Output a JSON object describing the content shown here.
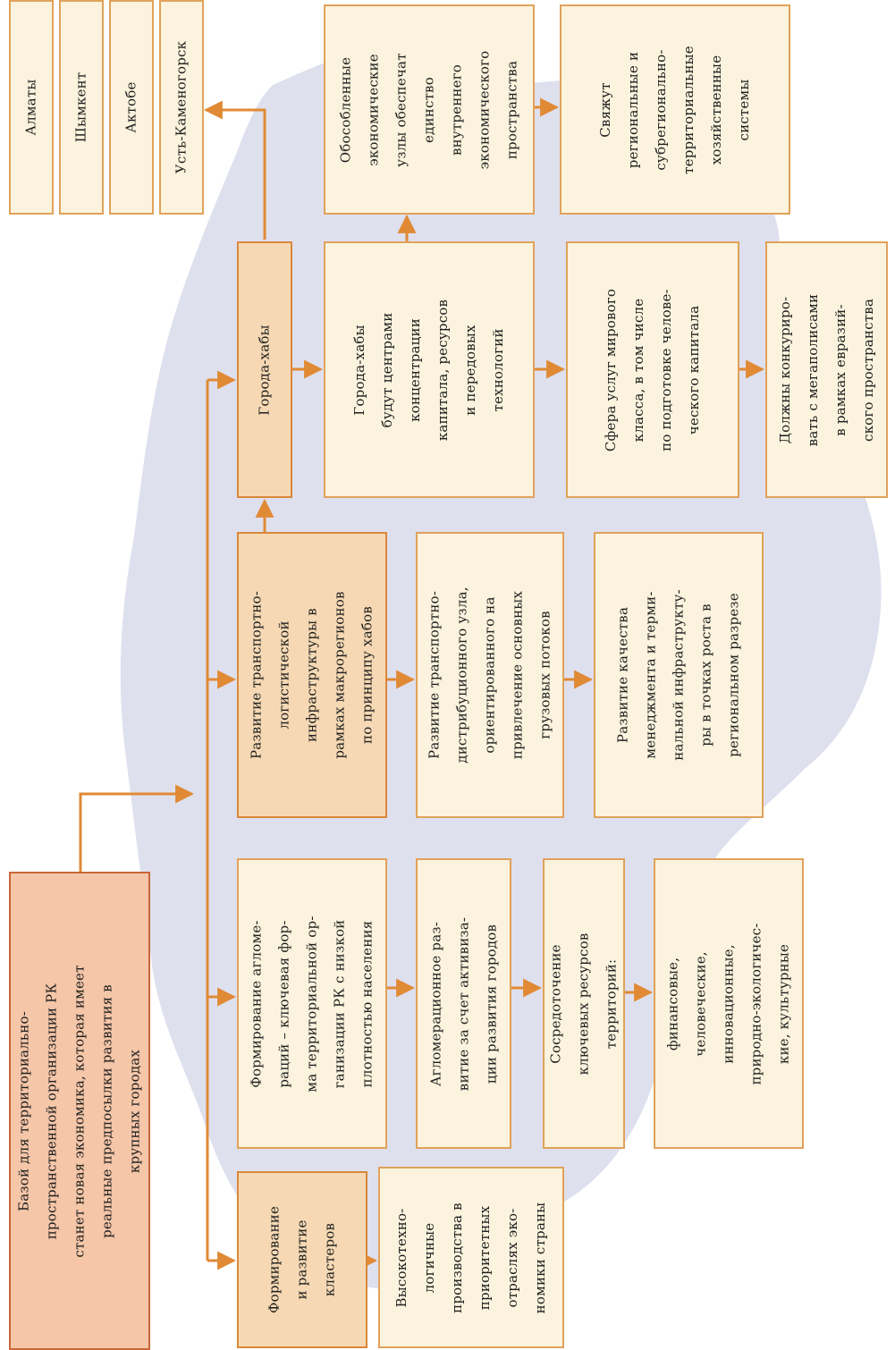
{
  "colors": {
    "connector": "#e08a35",
    "box_fill": "#fbf3dd",
    "box_border": "#e0a25a",
    "accent_fill": "#f6d9b4",
    "root_fill": "#f5c6a8",
    "map_shape": "#dfe0ee"
  },
  "cities": [
    {
      "id": "almaty",
      "label": "Алматы"
    },
    {
      "id": "shymkent",
      "label": "Шымкент"
    },
    {
      "id": "aktobe",
      "label": "Актобе"
    },
    {
      "id": "ust-kamenogorsk",
      "label": "Усть-Каменогорск"
    }
  ],
  "root": {
    "lines": [
      "Базой для территориально-",
      "пространственной организации РК",
      "станет новая экономика, которая имеет",
      "реальные предпосылки развития в",
      "крупных городах"
    ]
  },
  "branches": {
    "clusters": {
      "head": [
        "Формирование",
        "и развитие",
        "кластеров"
      ],
      "items": [
        [
          "Высокотехно-",
          "логичные",
          "производства в",
          "приоритетных",
          "отраслях эко-",
          "номики страны"
        ]
      ]
    },
    "agglomerations": {
      "head": [
        "Формирование агломе-",
        "раций – ключевая фор-",
        "ма территориальной ор-",
        "ганизации РК с низкой",
        "плотностью населения"
      ],
      "items": [
        [
          "Агломерационное раз-",
          "витие за счет активиза-",
          "ции развития городов"
        ],
        [
          "Сосредоточение",
          "ключевых ресурсов",
          "территорий:"
        ],
        [
          "финансовые,",
          "человеческие,",
          "инновационные,",
          "природно-экологичес-",
          "кие, культурные"
        ]
      ]
    },
    "transport": {
      "head": [
        "Развитие транспортно-",
        "логистической",
        "инфраструктуры в",
        "рамках макрорегионов",
        "по принципу хабов"
      ],
      "items": [
        [
          "Развитие транспортно-",
          "дистрибуционного узла,",
          "ориентированного на",
          "привлечение основных",
          "грузовых потоков"
        ],
        [
          "Развитие качества",
          "менеджмента и терми-",
          "нальной инфраструкту-",
          "ры в точках роста в",
          "региональном разрезе"
        ]
      ]
    },
    "hubs": {
      "head": [
        "Города-хабы"
      ],
      "items": [
        [
          "Города-хабы",
          "будут центрами",
          "концентрации",
          "капитала, ресурсов",
          "и передовых",
          "технологий"
        ],
        [
          "Сфера услуг мирового",
          "класса, в том числе",
          "по подготовке челове-",
          "ческого капитала"
        ],
        [
          "Должны конкуриро-",
          "вать с мегаполисами",
          "в рамках евразий-",
          "ского пространства"
        ]
      ],
      "side": [
        [
          "Обособленные",
          "экономические",
          "узлы обеспечат",
          "единство",
          "внутреннего",
          "экономического",
          "пространства"
        ],
        [
          "Свяжут",
          "региональные и",
          "субрегионально-",
          "территориальные",
          "хозяйственные",
          "системы"
        ]
      ]
    }
  }
}
